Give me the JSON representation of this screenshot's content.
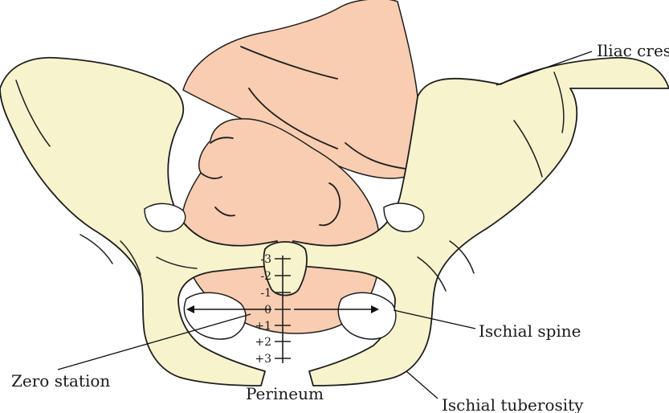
{
  "labels": {
    "iliac_crest": "Iliac crest",
    "ischial_spine": "Ischial spine",
    "zero_station": "Zero station",
    "perineum": "Perineum",
    "ischial_tuberosity": "Ischial tuberosity"
  },
  "stations": [
    "-3",
    "-2",
    "-1",
    "0",
    "+1",
    "+2",
    "+3"
  ],
  "colors": {
    "bone": "#f7f3cc",
    "fetal_skin": "#f8cdb1",
    "outline": "#1e1e1e"
  }
}
